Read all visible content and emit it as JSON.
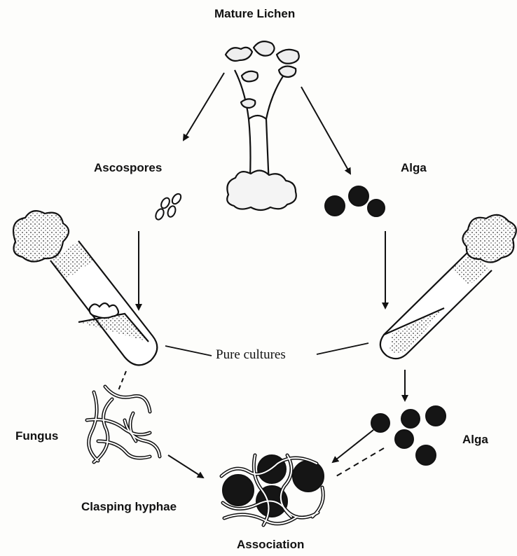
{
  "diagram": {
    "labels": {
      "mature_lichen": "Mature Lichen",
      "ascospores": "Ascospores",
      "alga_top": "Alga",
      "pure_cultures": "Pure cultures",
      "fungus": "Fungus",
      "alga_bottom": "Alga",
      "clasping_hyphae": "Clasping hyphae",
      "association": "Association"
    },
    "icons": [
      "lichen-icon",
      "spores-icon",
      "algae-cells-icon",
      "test-tube-icon",
      "fungal-hyphae-icon",
      "algal-cells-icon",
      "association-icon"
    ],
    "colors": {
      "ink": "#111111",
      "background": "#fdfdfb"
    }
  }
}
